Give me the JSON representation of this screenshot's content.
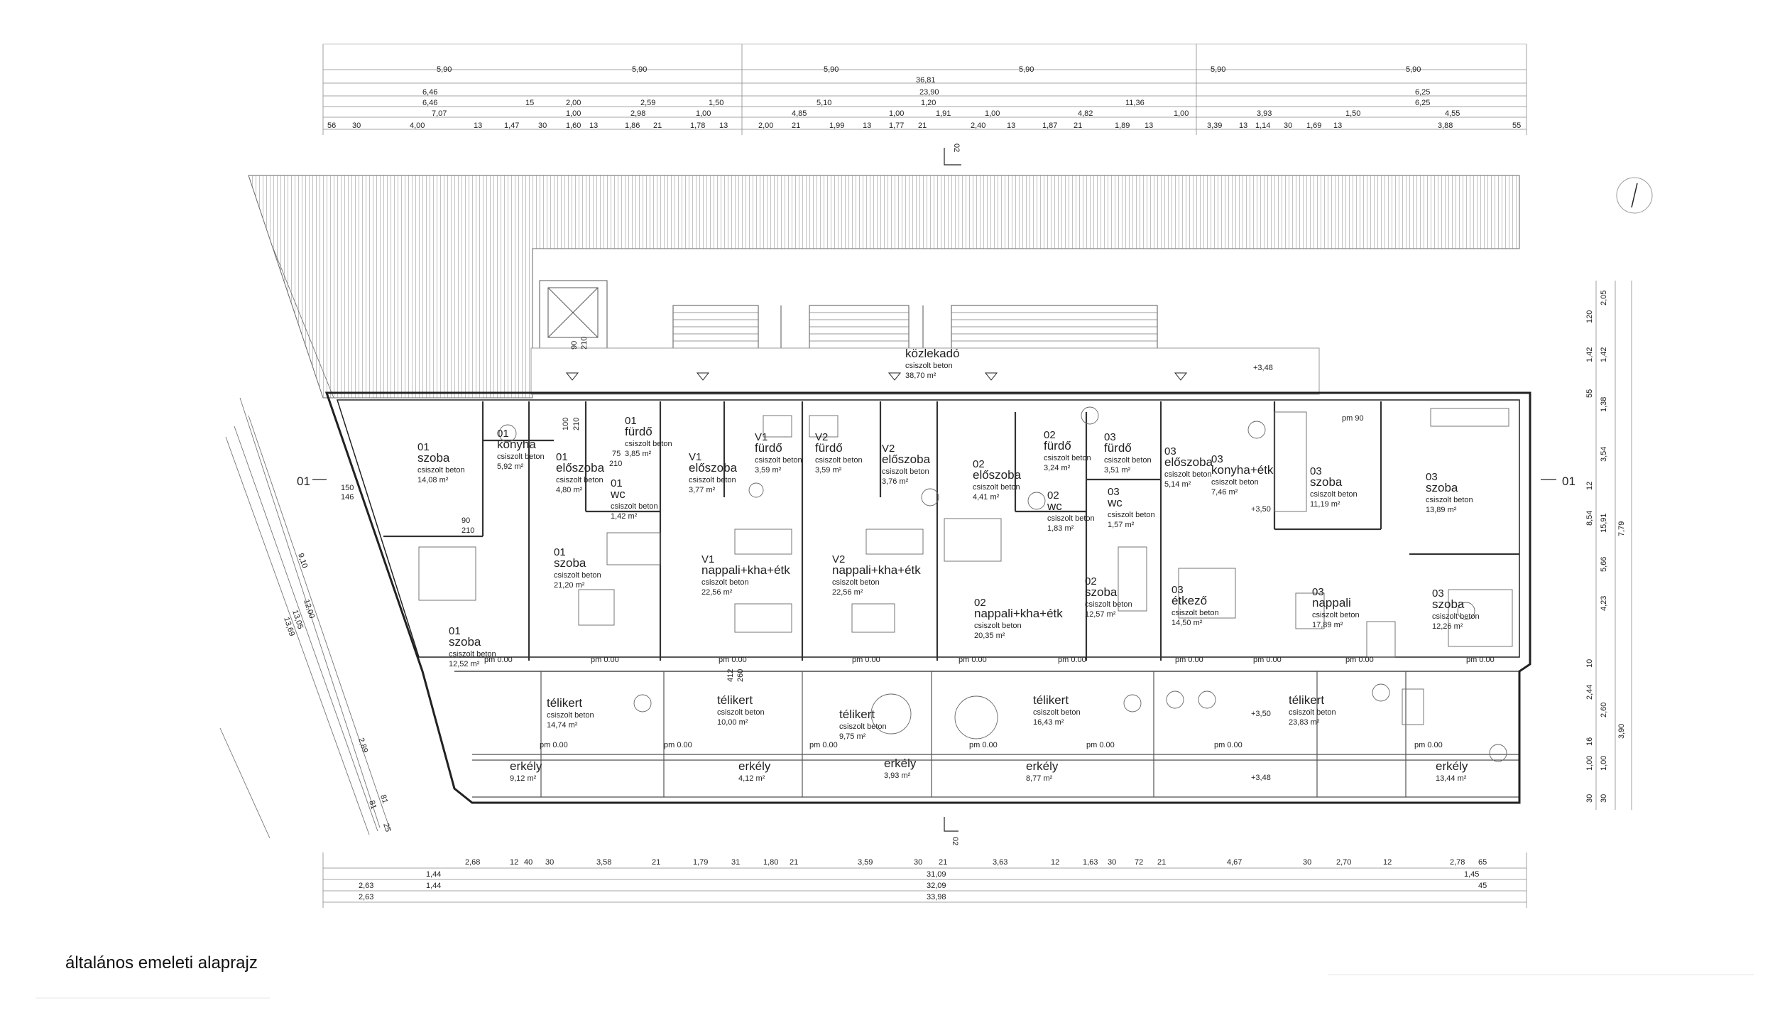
{
  "caption": "általános emeleti alaprajz",
  "section_marks": {
    "left": "01",
    "right": "01",
    "top": "02",
    "bottom": "02"
  },
  "rooms": [
    {
      "id": "r01a",
      "num": "01",
      "name": "szoba",
      "floor": "csiszolt beton",
      "area": "14,08 m²"
    },
    {
      "id": "r01b",
      "num": "01",
      "name": "konyha",
      "floor": "csiszolt beton",
      "area": "5,92 m²"
    },
    {
      "id": "r01c",
      "num": "01",
      "name": "fürdő",
      "floor": "csiszolt beton",
      "area": "3,85 m²"
    },
    {
      "id": "r01d",
      "num": "01",
      "name": "előszoba",
      "floor": "csiszolt beton",
      "area": "4,80 m²"
    },
    {
      "id": "r01e",
      "num": "01",
      "name": "wc",
      "floor": "csiszolt beton",
      "area": "1,42 m²"
    },
    {
      "id": "r01f",
      "num": "01",
      "name": "szoba",
      "floor": "csiszolt beton",
      "area": "21,20 m²"
    },
    {
      "id": "r01g",
      "num": "01",
      "name": "szoba",
      "floor": "csiszolt beton",
      "area": "12,52 m²"
    },
    {
      "id": "rv1a",
      "num": "V1",
      "name": "előszoba",
      "floor": "csiszolt beton",
      "area": "3,77 m²"
    },
    {
      "id": "rv1b",
      "num": "V1",
      "name": "fürdő",
      "floor": "csiszolt beton",
      "area": "3,59 m²"
    },
    {
      "id": "rv1c",
      "num": "V1",
      "name": "nappali+kha+étk",
      "floor": "csiszolt beton",
      "area": "22,56 m²"
    },
    {
      "id": "rv2a",
      "num": "V2",
      "name": "fürdő",
      "floor": "csiszolt beton",
      "area": "3,59 m²"
    },
    {
      "id": "rv2b",
      "num": "V2",
      "name": "előszoba",
      "floor": "csiszolt beton",
      "area": "3,76 m²"
    },
    {
      "id": "rv2c",
      "num": "V2",
      "name": "nappali+kha+étk",
      "floor": "csiszolt beton",
      "area": "22,56 m²"
    },
    {
      "id": "rk",
      "num": "",
      "name": "közlekadó",
      "floor": "csiszolt beton",
      "area": "38,70 m²"
    },
    {
      "id": "r02a",
      "num": "02",
      "name": "előszoba",
      "floor": "csiszolt beton",
      "area": "4,41 m²"
    },
    {
      "id": "r02b",
      "num": "02",
      "name": "fürdő",
      "floor": "csiszolt beton",
      "area": "3,24 m²"
    },
    {
      "id": "r02c",
      "num": "02",
      "name": "wc",
      "floor": "csiszolt beton",
      "area": "1,83 m²"
    },
    {
      "id": "r02d",
      "num": "02",
      "name": "nappali+kha+étk",
      "floor": "csiszolt beton",
      "area": "20,35 m²"
    },
    {
      "id": "r02e",
      "num": "02",
      "name": "szoba",
      "floor": "csiszolt beton",
      "area": "12,57 m²"
    },
    {
      "id": "r03a",
      "num": "03",
      "name": "fürdő",
      "floor": "csiszolt beton",
      "area": "3,51 m²"
    },
    {
      "id": "r03b",
      "num": "03",
      "name": "wc",
      "floor": "csiszolt beton",
      "area": "1,57 m²"
    },
    {
      "id": "r03c",
      "num": "03",
      "name": "előszoba",
      "floor": "csiszolt beton",
      "area": "5,14 m²"
    },
    {
      "id": "r03d",
      "num": "03",
      "name": "konyha+étk",
      "floor": "csiszolt beton",
      "area": "7,46 m²"
    },
    {
      "id": "r03e",
      "num": "03",
      "name": "szoba",
      "floor": "csiszolt beton",
      "area": "11,19 m²"
    },
    {
      "id": "r03f",
      "num": "03",
      "name": "szoba",
      "floor": "csiszolt beton",
      "area": "13,89 m²"
    },
    {
      "id": "r03g",
      "num": "03",
      "name": "étkező",
      "floor": "csiszolt beton",
      "area": "14,50 m²"
    },
    {
      "id": "r03h",
      "num": "03",
      "name": "nappali",
      "floor": "csiszolt beton",
      "area": "17,89 m²"
    },
    {
      "id": "r03i",
      "num": "03",
      "name": "szoba",
      "floor": "csiszolt beton",
      "area": "12,26 m²"
    },
    {
      "id": "t1",
      "num": "",
      "name": "télikert",
      "floor": "csiszolt beton",
      "area": "14,74 m²"
    },
    {
      "id": "t2",
      "num": "",
      "name": "télikert",
      "floor": "csiszolt beton",
      "area": "10,00 m²"
    },
    {
      "id": "t3",
      "num": "",
      "name": "télikert",
      "floor": "csiszolt beton",
      "area": "9,75 m²"
    },
    {
      "id": "t4",
      "num": "",
      "name": "télikert",
      "floor": "csiszolt beton",
      "area": "16,43 m²"
    },
    {
      "id": "t5",
      "num": "",
      "name": "télikert",
      "floor": "csiszolt beton",
      "area": "23,83 m²"
    },
    {
      "id": "e1",
      "num": "",
      "name": "erkély",
      "floor": "",
      "area": "9,12 m²"
    },
    {
      "id": "e2",
      "num": "",
      "name": "erkély",
      "floor": "",
      "area": "4,12 m²"
    },
    {
      "id": "e3",
      "num": "",
      "name": "erkély",
      "floor": "",
      "area": "3,93 m²"
    },
    {
      "id": "e4",
      "num": "",
      "name": "erkély",
      "floor": "",
      "area": "8,77 m²"
    },
    {
      "id": "e5",
      "num": "",
      "name": "erkély",
      "floor": "",
      "area": "13,44 m²"
    }
  ],
  "level_marks": [
    "pm 0.00",
    "pm 90",
    "+3,48",
    "+3,50"
  ],
  "dims_top": {
    "row1": [
      "5,90",
      "5,90",
      "5,90",
      "5,90",
      "5,90",
      "5,90"
    ],
    "row2": [
      "36,81"
    ],
    "row3": [
      "6,46",
      "23,90",
      "6,25"
    ],
    "row4": [
      "6,46",
      "15",
      "2,00",
      "2,59",
      "1,50",
      "5,10",
      "1,20",
      "11,36",
      "6,25"
    ],
    "row5": [
      "7,07",
      "1,00",
      "2,98",
      "1,00",
      "4,85",
      "1,00",
      "1,91",
      "1,00",
      "4,82",
      "1,00",
      "3,93",
      "1,50",
      "4,55"
    ],
    "row6": [
      "56",
      "30",
      "4,00",
      "13",
      "1,47",
      "30",
      "1,60",
      "13",
      "1,86",
      "21",
      "1,78",
      "13",
      "2,00",
      "21",
      "1,99",
      "13",
      "1,77",
      "21",
      "2,40",
      "13",
      "1,87",
      "21",
      "1,89",
      "13",
      "3,39",
      "13",
      "1,14",
      "30",
      "1,69",
      "13",
      "3,88",
      "55"
    ]
  },
  "dims_bottom": {
    "row1": [
      "2,68",
      "12",
      "40",
      "30",
      "3,58",
      "21",
      "1,79",
      "31",
      "1,80",
      "21",
      "3,59",
      "30",
      "21",
      "3,63",
      "12",
      "1,63",
      "30",
      "72",
      "21",
      "4,67",
      "30",
      "2,70",
      "12",
      "2,78",
      "65"
    ],
    "row2": [
      "1,44",
      "31,09",
      "1,45"
    ],
    "row3": [
      "2,63",
      "1,44",
      "32,09",
      "45"
    ],
    "row4": [
      "2,63",
      "33,98"
    ]
  },
  "dims_right": [
    "2,05",
    "120",
    "1,42",
    "1,42",
    "55",
    "1,38",
    "3,54",
    "12",
    "8,54",
    "15,91",
    "7,79",
    "5,66",
    "4,23",
    "10",
    "2,44",
    "2,60",
    "16",
    "3,90",
    "1,00",
    "1,00",
    "30",
    "30"
  ],
  "dims_left": [
    "9,10",
    "12,00",
    "13,05",
    "13,69",
    "2,89",
    "81",
    "81",
    "25"
  ],
  "door_labels": [
    "90",
    "210",
    "100",
    "210",
    "75",
    "210",
    "150",
    "146",
    "90",
    "210",
    "412",
    "260"
  ]
}
